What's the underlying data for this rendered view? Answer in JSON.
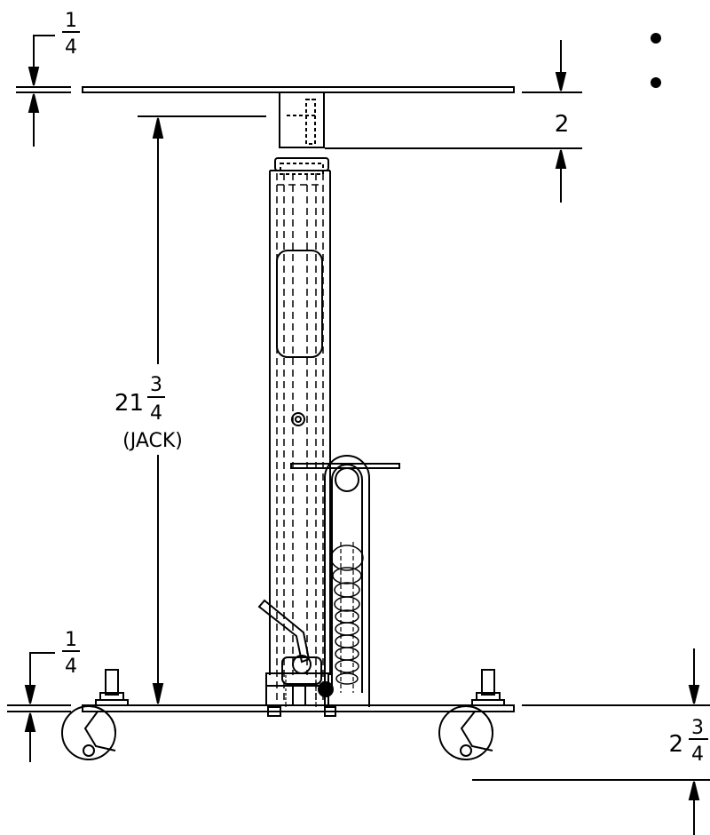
{
  "drawing": {
    "dimensions": {
      "top_plate_thickness": {
        "whole": "",
        "num": "1",
        "den": "4"
      },
      "top_clearance": {
        "whole": "2",
        "num": "",
        "den": ""
      },
      "jack_height": {
        "whole": "21",
        "num": "3",
        "den": "4",
        "note": "(JACK)"
      },
      "base_plate_thickness": {
        "whole": "",
        "num": "1",
        "den": "4"
      },
      "caster_height": {
        "whole": "2",
        "num": "3",
        "den": "4"
      }
    },
    "colors": {
      "ink": "#000000",
      "background": "#ffffff"
    }
  }
}
